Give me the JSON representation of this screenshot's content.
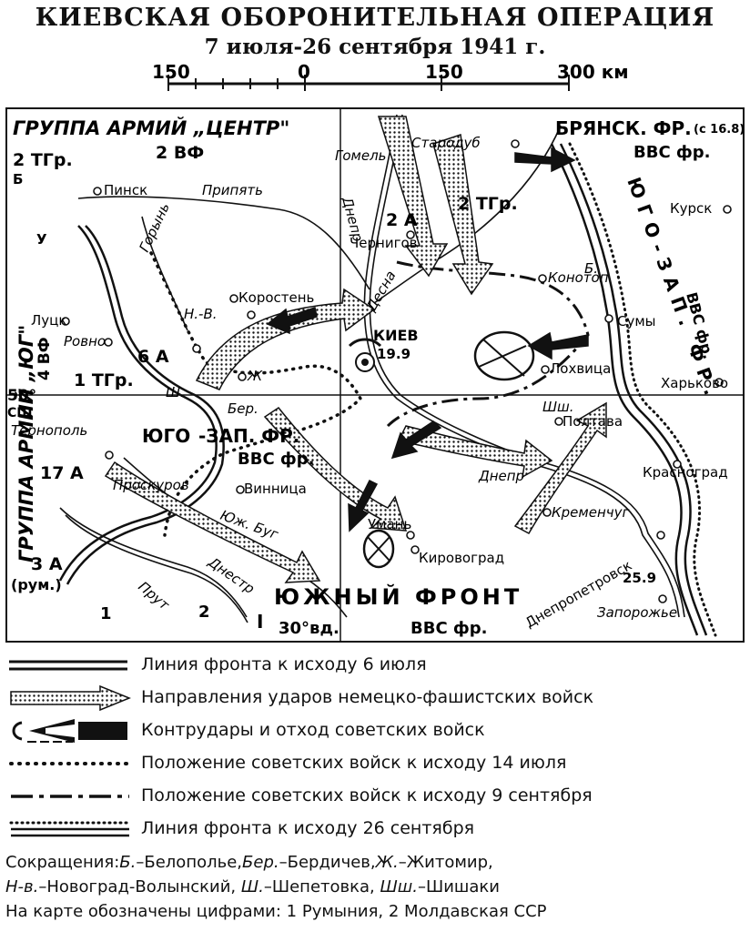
{
  "title": "КИЕВСКАЯ ОБОРОНИТЕЛЬНАЯ ОПЕРАЦИЯ",
  "subtitle": "7 июля-26 сентября 1941 г.",
  "scale": {
    "labels": [
      "150",
      "0",
      "150",
      "300 км"
    ]
  },
  "map": {
    "army_groups": {
      "center": "ГРУППА АРМИЙ „ЦЕНТР\"",
      "south": "ГРУППА АРМИЙ „ЮГ\""
    },
    "fronts": {
      "bryansk": "БРЯНСК. ФР.",
      "bryansk_date": "(с 16.8)",
      "southwest_1": "ЮГО",
      "southwest_2": "-ЗАП. ФР.",
      "south": "ЮЖНЫЙ  ФРОНТ",
      "southwest_vertical": "ЮГО-ЗАП. ФР.",
      "bryansk_vvs": "ВВС фр.",
      "southwest_vvs": "ВВС фр.",
      "south_vvs": "ВВС фр.",
      "right_vvs": "ВВС фр."
    },
    "units": {
      "ttgr2_west": "2 ТГр.",
      "vf2": "2 ВФ",
      "ttgr2_east": "2 ТГр.",
      "a2": "2 А",
      "a6": "6 А",
      "ttgr1": "1 ТГр.",
      "vf4": "4 ВФ",
      "a17": "17 А",
      "a3": "3 А",
      "a3_note": "(рум.)"
    },
    "cities": {
      "pinsk": "Пинск",
      "gomel": "Гомель",
      "starodub": "Стародуб",
      "chernigov": "Чернигов",
      "korosten": "Коростень",
      "kiev": "КИЕВ",
      "kiev_date": "19.9",
      "konotop": "Конотоп",
      "kursk": "Курск",
      "sumy": "Сумы",
      "lutsk": "Луцк",
      "rovno": "Ровно",
      "lokhvitsa": "Лохвица",
      "kharkovo": "Харьково",
      "nv": "Н.-В.",
      "zh": "Ж",
      "sh": "Ш.",
      "ber": "Бер.",
      "b": "Б.",
      "shsh": "Шш.",
      "poltava": "Полтава",
      "ternopol": "Тернополь",
      "proskurov": "Проскуров",
      "vinnitsa": "Винница",
      "uman": "Умань",
      "kirovograd": "Кировоград",
      "kremenchug": "Кременчуг",
      "krasnograd": "Красноград",
      "dnepropetrovsk": "Днепропетровск",
      "dnepropetrovsk_date": "25.9",
      "zaporozhye": "Запорожье"
    },
    "rivers": {
      "pripyat": "Припять",
      "goryn": "Горынь",
      "dnepr_north": "Днепр",
      "desna": "Десна",
      "dnepr_south": "Днепр",
      "yuzh_bug": "Юж. Буг",
      "dnestr": "Днестр",
      "prut": "Прут"
    },
    "markers": {
      "parallel": "50°",
      "parallel_unit": "СШ",
      "meridian": "30°вд.",
      "num1": "1",
      "num2": "2",
      "letter_b": "Б",
      "letter_u": "У",
      "roman_1": "I"
    }
  },
  "legend": [
    {
      "text": "Линия фронта к исходу 6 июля"
    },
    {
      "text": "Направления ударов немецко-фашистских войск"
    },
    {
      "text": "Контрудары и отход советских войск"
    },
    {
      "text": "Положение советских войск к исходу 14 июля"
    },
    {
      "text": "Положение советских войск к исходу 9 сентября"
    },
    {
      "text": "Линия фронта к исходу 26 сентября"
    }
  ],
  "notes": {
    "abbr_label": "Сокращения:",
    "abbr": [
      {
        "k": "Б.",
        "v": "–Белополье,"
      },
      {
        "k": "Бер.",
        "v": "–Бердичев,"
      },
      {
        "k": "Ж.",
        "v": "–Житомир,"
      },
      {
        "k": "Н-в.",
        "v": "–Новоград-Волынский,"
      },
      {
        "k": "Ш.",
        "v": "–Шепетовка,"
      },
      {
        "k": "Шш.",
        "v": "–Шишаки"
      }
    ],
    "numbers": "На карте обозначены цифрами: 1 Румыния, 2 Молдавская ССР"
  }
}
